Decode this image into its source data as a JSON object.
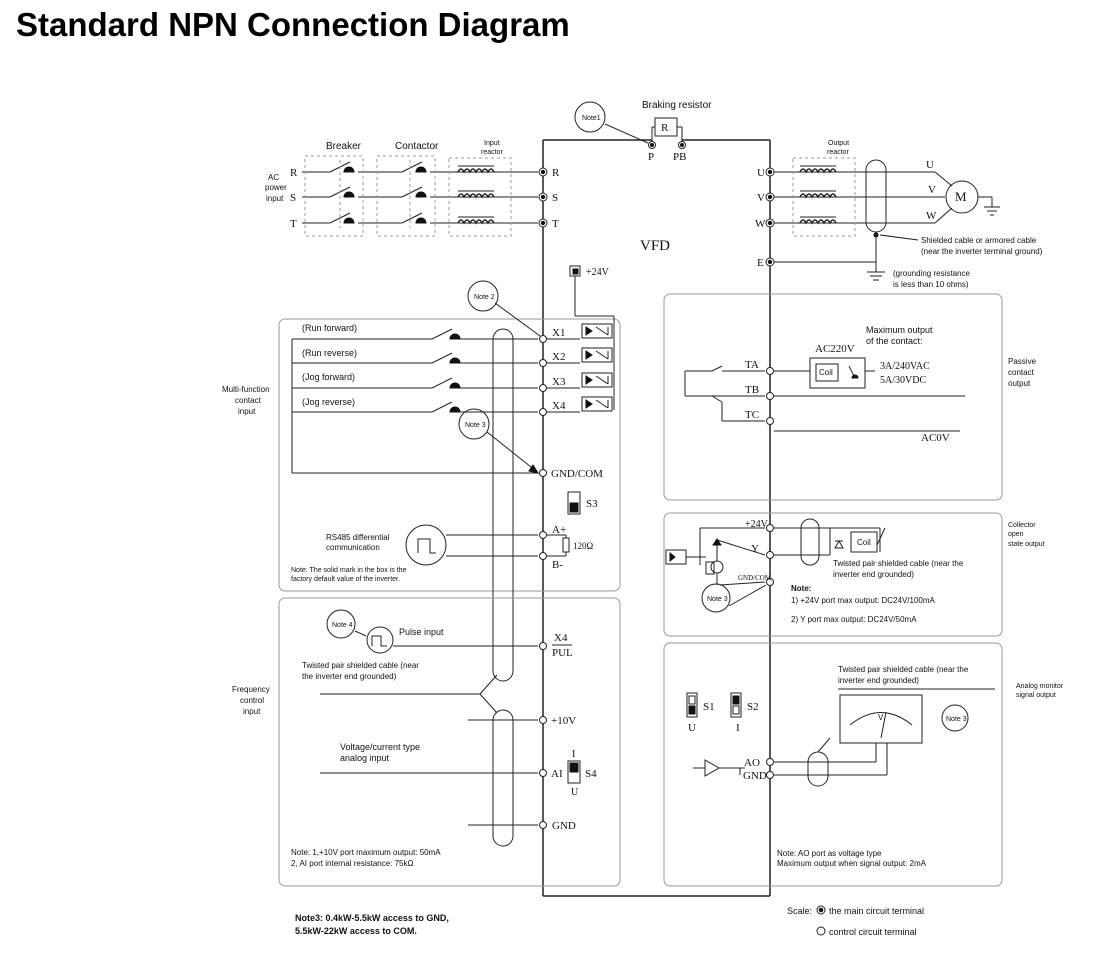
{
  "title": "Standard NPN Connection Diagram",
  "main": {
    "braking_resistor": "Braking resistor",
    "note1": "Note1",
    "R_label": "R",
    "P": "P",
    "PB": "PB",
    "breaker": "Breaker",
    "contactor": "Contactor",
    "input_reactor_1": "Input",
    "input_reactor_2": "reactor",
    "output_reactor_1": "Output",
    "output_reactor_2": "reactor",
    "ac_1": "AC",
    "ac_2": "power",
    "ac_3": "input",
    "in_R": "R",
    "in_S": "S",
    "in_T": "T",
    "out_U": "U",
    "out_V": "V",
    "out_W": "W",
    "motor_U": "U",
    "motor_V": "V",
    "motor_W": "W",
    "motor": "M",
    "vfd": "VFD",
    "E": "E",
    "shield_1": "Shielded cable or armored cable",
    "shield_2": "(near the inverter terminal ground)",
    "ground_1": "(grounding resistance",
    "ground_2": "is less than 10 ohms)"
  },
  "digital": {
    "plus24": "+24V",
    "note2": "Note 2",
    "note3": "Note 3",
    "run_forward": "(Run forward)",
    "run_reverse": "(Run reverse)",
    "jog_forward": "(Jog forward)",
    "jog_reverse": "(Jog reverse)",
    "X1": "X1",
    "X2": "X2",
    "X3": "X3",
    "X4": "X4",
    "gnd_com": "GND/COM",
    "mf_1": "Multi-function",
    "mf_2": "contact",
    "mf_3": "input",
    "S3": "S3",
    "rs485_1": "RS485 differential",
    "rs485_2": "communication",
    "A_plus": "A+",
    "B_minus": "B-",
    "r120": "120Ω",
    "note_box_1": "Note: The solid mark in the box is the",
    "note_box_2": "factory default value of the inverter."
  },
  "freq": {
    "note4": "Note 4",
    "pulse_input": "Pulse input",
    "twisted_1": "Twisted pair shielded cable (near",
    "twisted_2": "the inverter end grounded)",
    "fc_1": "Frequency",
    "fc_2": "control",
    "fc_3": "input",
    "X4": "X4",
    "PUL": "PUL",
    "plus10": "+10V",
    "vc_1": "Voltage/current type",
    "vc_2": "analog input",
    "AI": "AI",
    "S4": "S4",
    "I": "I",
    "U": "U",
    "GND": "GND",
    "note_1": "Note: 1,+10V port maximum output: 50mA",
    "note_2": "2, AI port internal resistance: 75kΩ"
  },
  "relay": {
    "max_1": "Maximum output",
    "max_2": "of the contact:",
    "ac220": "AC220V",
    "coil": "Coil",
    "rating_1": "3A/240VAC",
    "rating_2": "5A/30VDC",
    "TA": "TA",
    "TB": "TB",
    "TC": "TC",
    "ac0v": "AC0V",
    "passive_1": "Passive",
    "passive_2": "contact",
    "passive_3": "output"
  },
  "collector": {
    "plus24": "+24V",
    "Y": "Y",
    "gnd_com": "GND/COM",
    "coil": "Coil",
    "twisted_1": "Twisted pair shielded cable (near the",
    "twisted_2": "inverter end grounded)",
    "note_title": "Note:",
    "note_1": "1) +24V port max output: DC24V/100mA",
    "note_2": "2) Y port max output: DC24V/50mA",
    "note3": "Note 3",
    "side_1": "Collector",
    "side_2": "open",
    "side_3": "state output"
  },
  "analog": {
    "twisted_1": "Twisted pair shielded cable (near the",
    "twisted_2": "inverter end grounded)",
    "side_1": "Analog monitor",
    "side_2": "signal output",
    "S1": "S1",
    "S2": "S2",
    "U": "U",
    "I": "I",
    "meter_v": "V",
    "note3": "Note 3",
    "AO": "AO",
    "GND": "GND",
    "note_1": "Note: AO port as voltage type",
    "note_2": "Maximum output when signal output: 2mA"
  },
  "footer": {
    "note3_1": "Note3: 0.4kW-5.5kW access to GND,",
    "note3_2": "5.5kW-22kW access to COM.",
    "scale": "Scale:",
    "main_terminal": "the main circuit terminal",
    "control_terminal": "control circuit terminal"
  }
}
